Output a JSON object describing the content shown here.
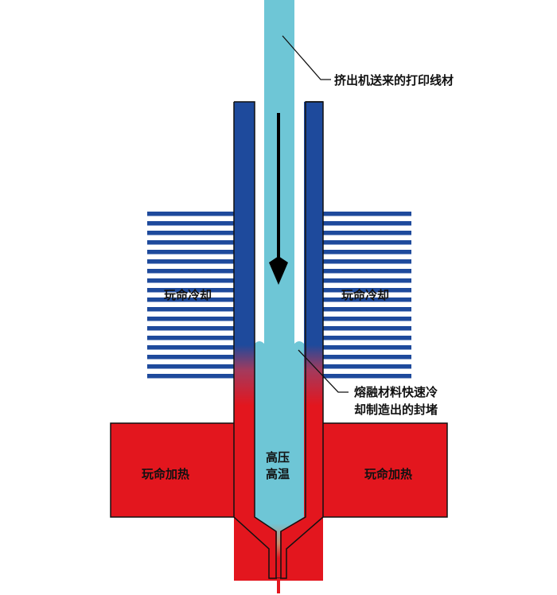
{
  "labels": {
    "filament": "挤出机送来的打印线材",
    "cooling_left": "玩命冷却",
    "cooling_right": "玩命冷却",
    "clog_line1": "熔融材料快速冷",
    "clog_line2": "却制造出的封堵",
    "heating_left": "玩命加热",
    "heating_right": "玩命加热",
    "pressure_line1": "高压",
    "pressure_line2": "高温"
  },
  "colors": {
    "blue": "#1e4a9c",
    "filament": "#6ec6d6",
    "red": "#e3161e",
    "outline": "#111111"
  }
}
